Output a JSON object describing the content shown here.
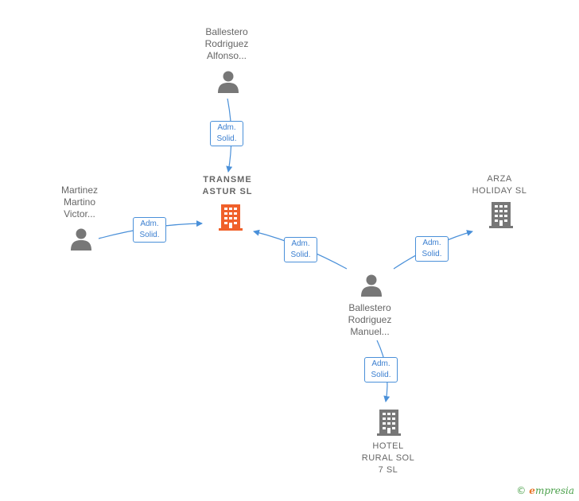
{
  "colors": {
    "edge": "#4a90d9",
    "person_icon": "#777777",
    "company_icon": "#777777",
    "focus_company_icon": "#f0602a",
    "label_text": "#666666"
  },
  "nodes": {
    "alfonso": {
      "lines": [
        "Ballestero",
        "Rodriguez",
        "Alfonso..."
      ],
      "icon": "person-icon"
    },
    "victor": {
      "lines": [
        "Martinez",
        "Martino",
        "Victor..."
      ],
      "icon": "person-icon"
    },
    "manuel": {
      "lines": [
        "Ballestero",
        "Rodriguez",
        "Manuel..."
      ],
      "icon": "person-icon"
    },
    "transme": {
      "lines": [
        "TRANSME",
        "ASTUR SL"
      ],
      "icon": "building-icon"
    },
    "arza": {
      "lines": [
        "ARZA",
        "HOLIDAY SL"
      ],
      "icon": "building-icon"
    },
    "hotel": {
      "lines": [
        "HOTEL",
        "RURAL SOL",
        "7 SL"
      ],
      "icon": "building-icon"
    }
  },
  "edges": [
    {
      "from": "alfonso",
      "to": "transme",
      "lines": [
        "Adm.",
        "Solid."
      ]
    },
    {
      "from": "victor",
      "to": "transme",
      "lines": [
        "Adm.",
        "Solid."
      ]
    },
    {
      "from": "manuel",
      "to": "transme",
      "lines": [
        "Adm.",
        "Solid."
      ]
    },
    {
      "from": "manuel",
      "to": "arza",
      "lines": [
        "Adm.",
        "Solid."
      ]
    },
    {
      "from": "manuel",
      "to": "hotel",
      "lines": [
        "Adm.",
        "Solid."
      ]
    }
  ],
  "footer": {
    "copyright": "©",
    "brand_first": "e",
    "brand_rest": "mpresia"
  }
}
